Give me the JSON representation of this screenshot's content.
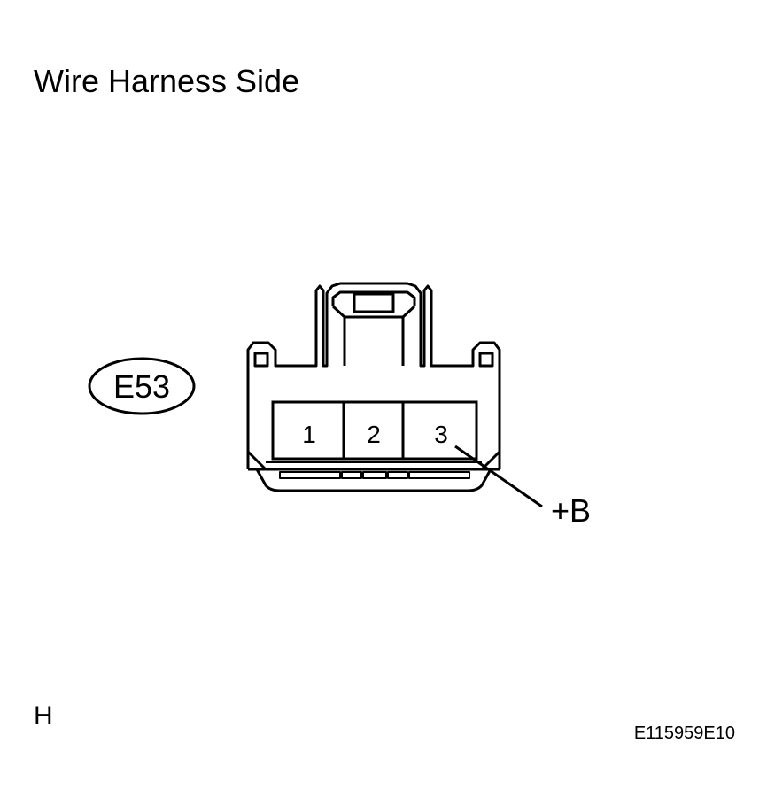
{
  "title": "Wire Harness Side",
  "connector": {
    "id": "E53",
    "pins": [
      "1",
      "2",
      "3"
    ],
    "terminal_label": "+B"
  },
  "footer": {
    "section_code": "H",
    "figure_id": "E115959E10"
  },
  "colors": {
    "line": "#000000",
    "background": "#ffffff"
  }
}
